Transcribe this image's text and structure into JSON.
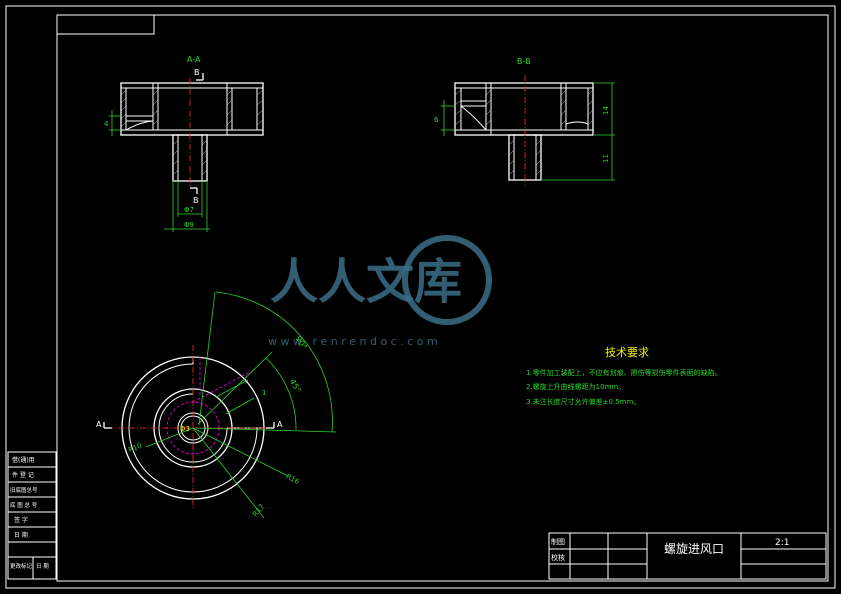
{
  "section_labels": {
    "aa": "A-A",
    "bb": "B-B"
  },
  "cut_letters": {
    "b_top": "B",
    "b_bottom": "B",
    "a_left": "A",
    "a_right": "A"
  },
  "dims": {
    "aa_4": "4",
    "aa_d7": "Φ7",
    "aa_d9": "Φ9",
    "bb_6": "6",
    "bb_14": "14",
    "bb_11": "11",
    "plan_r10": "R10",
    "plan_r16": "R16",
    "plan_r17": "R17",
    "plan_d3": "Φ3",
    "plan_90": "90°",
    "plan_45": "45°",
    "plan_1": "1"
  },
  "watermark": {
    "text": "人人文库",
    "url": "w w w . r e n r e n d o c . c o m"
  },
  "tech": {
    "title": "技术要求",
    "items": [
      "1.零件加工装配上，不应有划痕、擦伤等损伤零件表面的缺陷。",
      "2.螺旋上升曲线螺距为10mm。",
      "3.未注长度尺寸允许偏差±0.5mm。"
    ]
  },
  "title_block": {
    "drawn": "制图",
    "checked": "校核",
    "part_name": "螺旋进风口",
    "scale": "2:1"
  },
  "side_table": [
    "借(通)用",
    "件 登 记",
    "旧底图总号",
    "底 图 总 号",
    "签    字",
    "日    期",
    "更改标记",
    "日  期"
  ]
}
